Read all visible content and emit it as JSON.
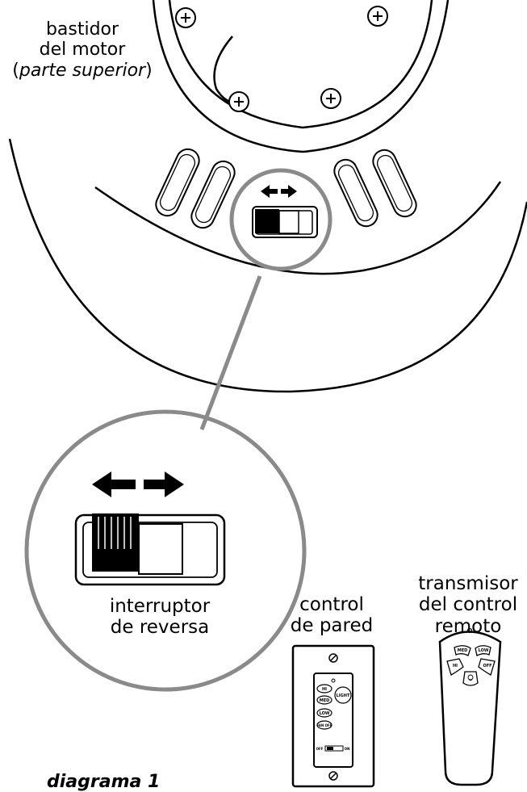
{
  "labels": {
    "motor_housing": {
      "line1": "bastidor",
      "line2": "del motor",
      "line3_open": "(",
      "line3_italic": "parte superior",
      "line3_close": ")"
    },
    "reverse_switch": {
      "line1": "interruptor",
      "line2": "de reversa"
    },
    "wall_control": {
      "line1": "control",
      "line2": "de pared"
    },
    "remote_transmitter": {
      "line1": "transmisor",
      "line2": "del control",
      "line3": "remoto"
    },
    "diagram_title": "diagrama 1"
  },
  "wall_control": {
    "buttons": {
      "hi": "HI",
      "med": "MED",
      "low": "LOW",
      "fan_off": "FAN OFF",
      "light": "LIGHT"
    },
    "switch": {
      "off": "OFF",
      "on": "ON"
    }
  },
  "remote": {
    "buttons": {
      "med": "MED",
      "low": "LOW",
      "hi": "HI",
      "off": "OFF"
    }
  },
  "colors": {
    "line": "#000000",
    "callout": "#8a8a8a",
    "background": "#ffffff"
  }
}
